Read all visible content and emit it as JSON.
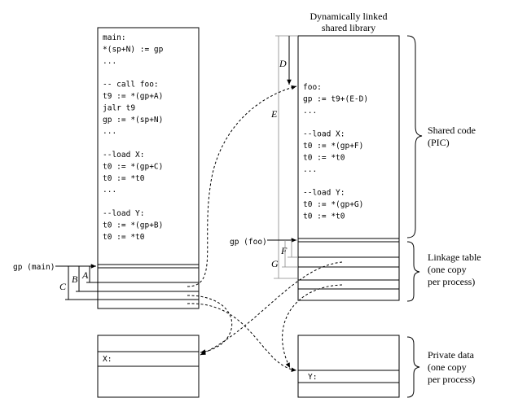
{
  "library_title": [
    "Dynamically linked",
    "shared library"
  ],
  "main_code": [
    "main:",
    "  *(sp+N) := gp",
    "  ...",
    "",
    "-- call foo:",
    "  t9 := *(gp+A)",
    "  jalr t9",
    "  gp := *(sp+N)",
    "  ...",
    "",
    "--load X:",
    "  t0 := *(gp+C)",
    "  t0 := *t0",
    "  ...",
    "",
    "--load Y:",
    "  t0 := *(gp+B)",
    "  t0 := *t0"
  ],
  "lib_code": [
    "foo:",
    "  gp := t9+(E-D)",
    "  ...",
    "",
    "--load X:",
    "  t0 := *(gp+F)",
    "  t0 := *t0",
    "  ...",
    "",
    "--load Y:",
    "  t0 := *(gp+G)",
    "  t0 := *t0"
  ],
  "gp_main_label": "gp (main)",
  "gp_foo_label": "gp (foo)",
  "offset_labels": {
    "A": "A",
    "B": "B",
    "C": "C",
    "D": "D",
    "E": "E",
    "F": "F",
    "G": "G"
  },
  "x_label": "X:",
  "y_label": "Y:",
  "brace_labels": {
    "shared_code": [
      "Shared code",
      "(PIC)"
    ],
    "linkage_table": [
      "Linkage table",
      "(one copy",
      "per process)"
    ],
    "private_data": [
      "Private data",
      "(one copy",
      "per process)"
    ]
  }
}
